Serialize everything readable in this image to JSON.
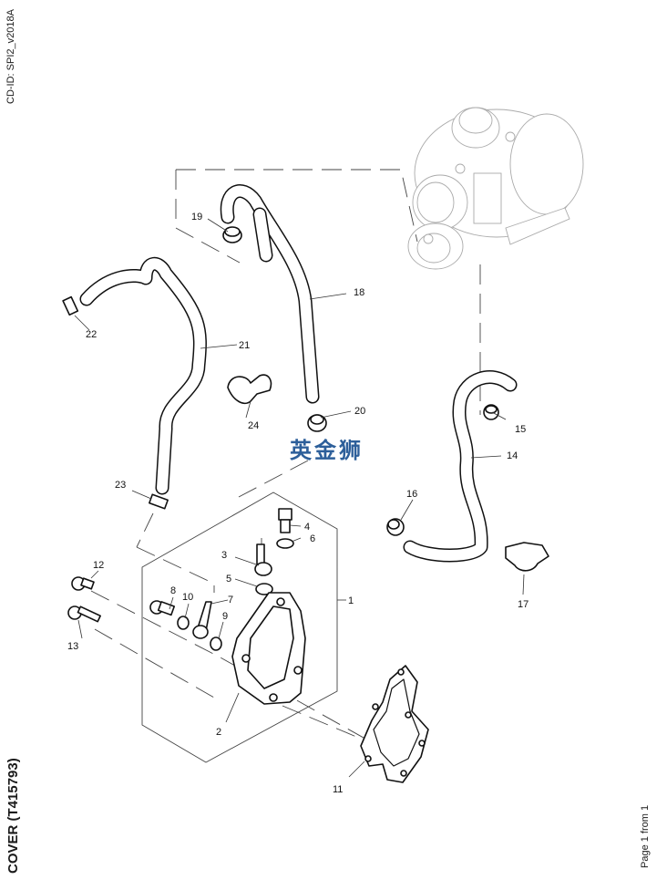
{
  "document": {
    "cd_id": "CD-ID: SPI2_v2018A",
    "title": "COVER (T415793)",
    "page_info": "Page 1 from 1",
    "watermark": "英金狮"
  },
  "callouts": [
    {
      "id": "1",
      "label": "1"
    },
    {
      "id": "2",
      "label": "2"
    },
    {
      "id": "3",
      "label": "3"
    },
    {
      "id": "4",
      "label": "4"
    },
    {
      "id": "5",
      "label": "5"
    },
    {
      "id": "6",
      "label": "6"
    },
    {
      "id": "7",
      "label": "7"
    },
    {
      "id": "8",
      "label": "8"
    },
    {
      "id": "9",
      "label": "9"
    },
    {
      "id": "10",
      "label": "10"
    },
    {
      "id": "11",
      "label": "11"
    },
    {
      "id": "12",
      "label": "12"
    },
    {
      "id": "13",
      "label": "13"
    },
    {
      "id": "14",
      "label": "14"
    },
    {
      "id": "15",
      "label": "15"
    },
    {
      "id": "16",
      "label": "16"
    },
    {
      "id": "17",
      "label": "17"
    },
    {
      "id": "18",
      "label": "18"
    },
    {
      "id": "19",
      "label": "19"
    },
    {
      "id": "20",
      "label": "20"
    },
    {
      "id": "21",
      "label": "21"
    },
    {
      "id": "22",
      "label": "22"
    },
    {
      "id": "23",
      "label": "23"
    },
    {
      "id": "24",
      "label": "24"
    }
  ],
  "parts": [
    {
      "id": "1",
      "name": "cover-assembly"
    },
    {
      "id": "2",
      "name": "cover-housing"
    },
    {
      "id": "3",
      "name": "banjo-fitting"
    },
    {
      "id": "4",
      "name": "banjo-bolt"
    },
    {
      "id": "5",
      "name": "sealing-washer"
    },
    {
      "id": "6",
      "name": "sealing-washer"
    },
    {
      "id": "7",
      "name": "oil-pipe"
    },
    {
      "id": "8",
      "name": "banjo-bolt"
    },
    {
      "id": "9",
      "name": "sealing-washer"
    },
    {
      "id": "10",
      "name": "sealing-washer"
    },
    {
      "id": "11",
      "name": "gasket"
    },
    {
      "id": "12",
      "name": "flange-bolt"
    },
    {
      "id": "13",
      "name": "flange-bolt"
    },
    {
      "id": "14",
      "name": "hose"
    },
    {
      "id": "15",
      "name": "hose-clamp"
    },
    {
      "id": "16",
      "name": "hose-clamp"
    },
    {
      "id": "17",
      "name": "hose-bracket"
    },
    {
      "id": "18",
      "name": "hose"
    },
    {
      "id": "19",
      "name": "hose-clamp"
    },
    {
      "id": "20",
      "name": "hose-clamp"
    },
    {
      "id": "21",
      "name": "hose"
    },
    {
      "id": "22",
      "name": "sleeve"
    },
    {
      "id": "23",
      "name": "sleeve"
    },
    {
      "id": "24",
      "name": "hose-bracket"
    }
  ]
}
